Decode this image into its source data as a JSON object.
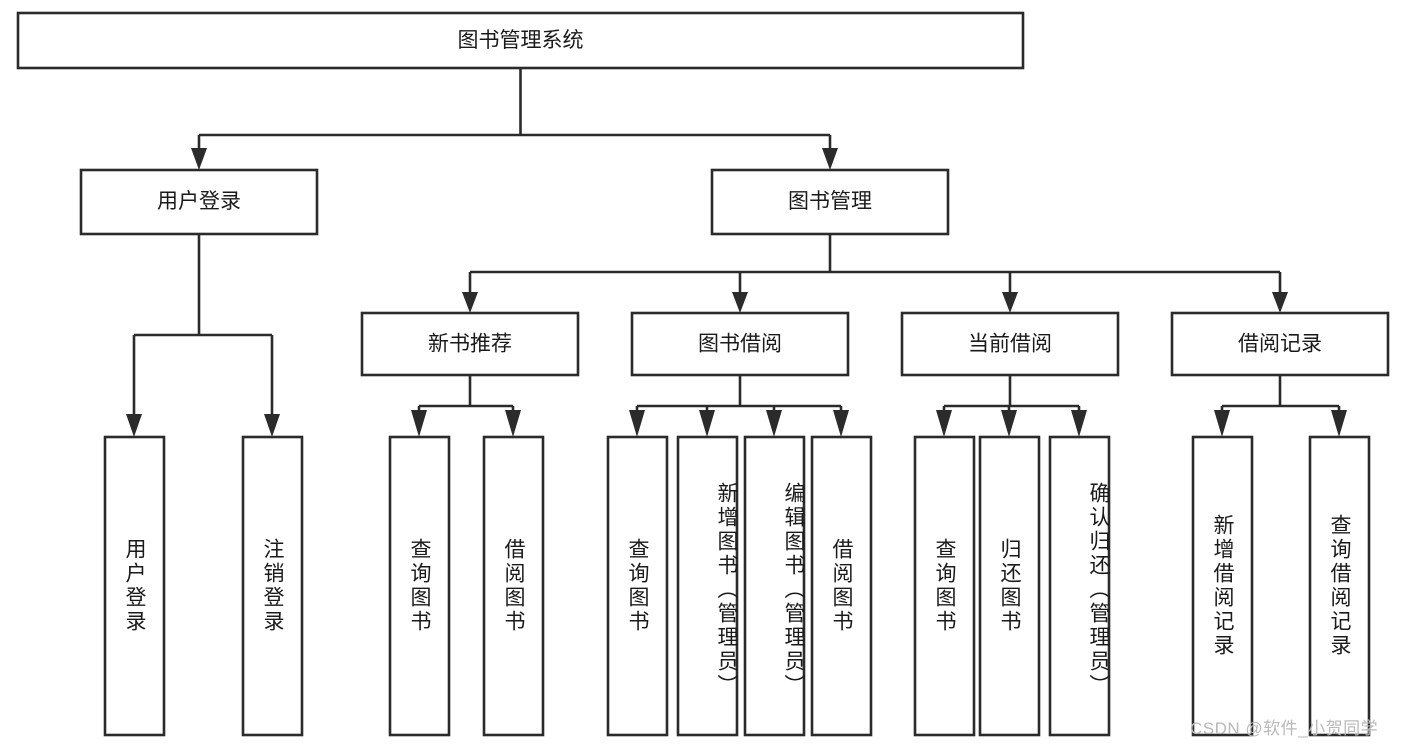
{
  "diagram": {
    "title": "图书管理系统",
    "type": "tree-hierarchy",
    "orientation": "top-down",
    "colors": {
      "box_stroke": "#2b2b2b",
      "box_fill": "#ffffff",
      "connector": "#2b2b2b",
      "text": "#1a1a1a",
      "watermark": "#b9b9b9",
      "background": "#ffffff"
    },
    "root": {
      "id": "root",
      "label": "图书管理系统"
    },
    "level2": [
      {
        "id": "user-login",
        "label": "用户登录"
      },
      {
        "id": "book-manage",
        "label": "图书管理"
      }
    ],
    "level3": [
      {
        "id": "new-book-recommend",
        "label": "新书推荐",
        "parent": "book-manage"
      },
      {
        "id": "book-borrow",
        "label": "图书借阅",
        "parent": "book-manage"
      },
      {
        "id": "current-borrow",
        "label": "当前借阅",
        "parent": "book-manage"
      },
      {
        "id": "borrow-record",
        "label": "借阅记录",
        "parent": "book-manage"
      }
    ],
    "leaves": [
      {
        "id": "leaf-user-login",
        "label": "用户登录",
        "parent": "user-login"
      },
      {
        "id": "leaf-logout-login",
        "label": "注销登录",
        "parent": "user-login"
      },
      {
        "id": "leaf-query-book-1",
        "label": "查询图书",
        "parent": "new-book-recommend"
      },
      {
        "id": "leaf-borrow-book-1",
        "label": "借阅图书",
        "parent": "new-book-recommend"
      },
      {
        "id": "leaf-query-book-2",
        "label": "查询图书",
        "parent": "book-borrow"
      },
      {
        "id": "leaf-add-book",
        "label": "新增图书（管理员）",
        "parent": "book-borrow"
      },
      {
        "id": "leaf-edit-book",
        "label": "编辑图书（管理员）",
        "parent": "book-borrow"
      },
      {
        "id": "leaf-borrow-book-2",
        "label": "借阅图书",
        "parent": "book-borrow"
      },
      {
        "id": "leaf-query-book-3",
        "label": "查询图书",
        "parent": "current-borrow"
      },
      {
        "id": "leaf-return-book",
        "label": "归还图书",
        "parent": "current-borrow"
      },
      {
        "id": "leaf-confirm-return",
        "label": "确认归还（管理员）",
        "parent": "current-borrow"
      },
      {
        "id": "leaf-add-record",
        "label": "新增借阅记录",
        "parent": "borrow-record"
      },
      {
        "id": "leaf-query-record",
        "label": "查询借阅记录",
        "parent": "borrow-record"
      }
    ],
    "watermark": "CSDN @软件_小贺同学"
  }
}
